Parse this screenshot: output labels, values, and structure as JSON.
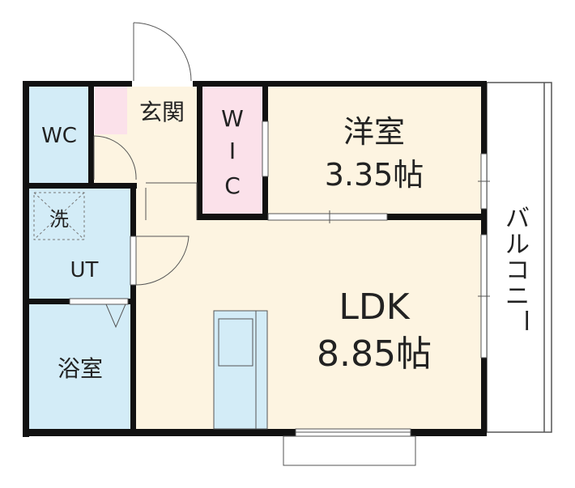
{
  "rooms": {
    "wc": "WC",
    "genkan": "玄関",
    "wic": [
      "W",
      "I",
      "C"
    ],
    "yoshitsu_name": "洋室",
    "yoshitsu_size": "3.35帖",
    "sentaku": "洗",
    "ut": "UT",
    "ldk_name": "LDK",
    "ldk_size": "8.85帖",
    "yokushitsu": "浴室",
    "balcony": [
      "バ",
      "ル",
      "コ",
      "ニ",
      "ー"
    ]
  },
  "colors": {
    "wall": "#111111",
    "wet_area": "#d3ecf7",
    "living": "#fdf4e1",
    "wic": "#fbe1ea",
    "line": "#555555"
  }
}
